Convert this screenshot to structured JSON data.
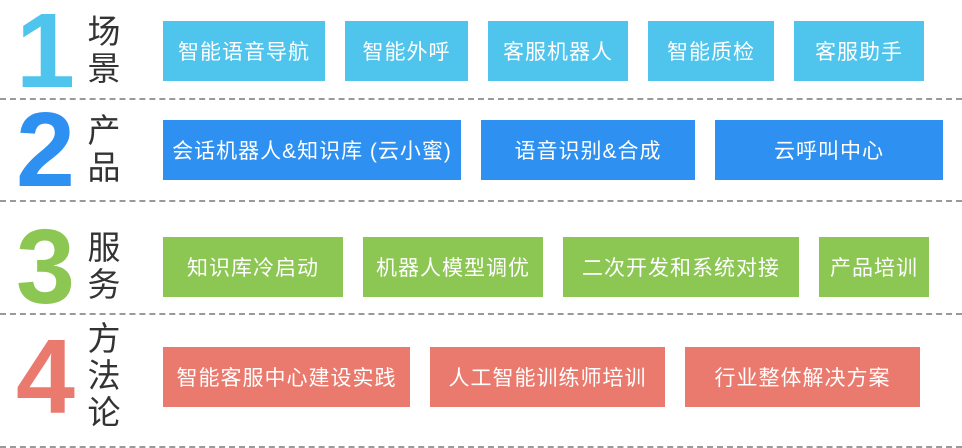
{
  "colors": {
    "scene": "#4FC4ED",
    "product": "#2E90F0",
    "service": "#8CC653",
    "methodology": "#EA7A6D"
  },
  "rows": [
    {
      "number": "1",
      "category": "场景",
      "items": [
        "智能语音导航",
        "智能外呼",
        "客服机器人",
        "智能质检",
        "客服助手"
      ]
    },
    {
      "number": "2",
      "category": "产品",
      "items": [
        "会话机器人&知识库 (云小蜜)",
        "语音识别&合成",
        "云呼叫中心"
      ]
    },
    {
      "number": "3",
      "category": "服务",
      "items": [
        "知识库冷启动",
        "机器人模型调优",
        "二次开发和系统对接",
        "产品培训"
      ]
    },
    {
      "number": "4",
      "category": "方法论",
      "items": [
        "智能客服中心建设实践",
        "人工智能训练师培训",
        "行业整体解决方案"
      ]
    }
  ]
}
